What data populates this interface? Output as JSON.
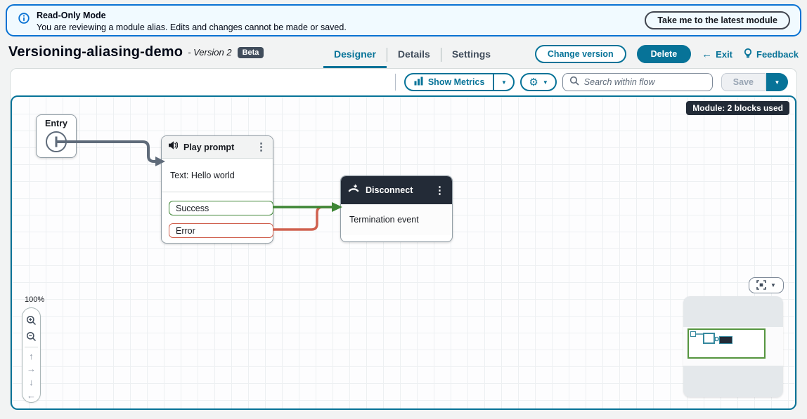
{
  "banner": {
    "title": "Read-Only Mode",
    "message": "You are reviewing a module alias. Edits and changes cannot be made or saved.",
    "action": "Take me to the latest module"
  },
  "header": {
    "title": "Versioning-aliasing-demo",
    "version": "- Version 2",
    "badge": "Beta",
    "tabs": [
      {
        "label": "Designer"
      },
      {
        "label": "Details"
      },
      {
        "label": "Settings"
      }
    ],
    "actions": {
      "change_version": "Change version",
      "delete": "Delete",
      "exit": "Exit",
      "feedback": "Feedback"
    }
  },
  "toolbar": {
    "show_metrics": "Show Metrics",
    "search_placeholder": "Search within flow",
    "save": "Save"
  },
  "canvas": {
    "usage_badge": "Module: 2 blocks used",
    "zoom_level": "100%",
    "blocks": {
      "entry": {
        "title": "Entry"
      },
      "play_prompt": {
        "title": "Play prompt",
        "body": "Text: Hello world",
        "branches": [
          {
            "label": "Success"
          },
          {
            "label": "Error"
          }
        ]
      },
      "disconnect": {
        "title": "Disconnect",
        "body": "Termination event"
      }
    }
  },
  "colors": {
    "accent": "#077398",
    "banner_border": "#0972d3",
    "success": "#3e8635",
    "error": "#d0614f",
    "connector": "#5f6b7a",
    "dark_header": "#232b37"
  },
  "icons": {
    "gear": "⚙",
    "caret_down": "▼",
    "kebab": "⋮",
    "arrow_left": "←",
    "arrow_up": "↑",
    "arrow_right": "→",
    "arrow_down": "↓"
  }
}
